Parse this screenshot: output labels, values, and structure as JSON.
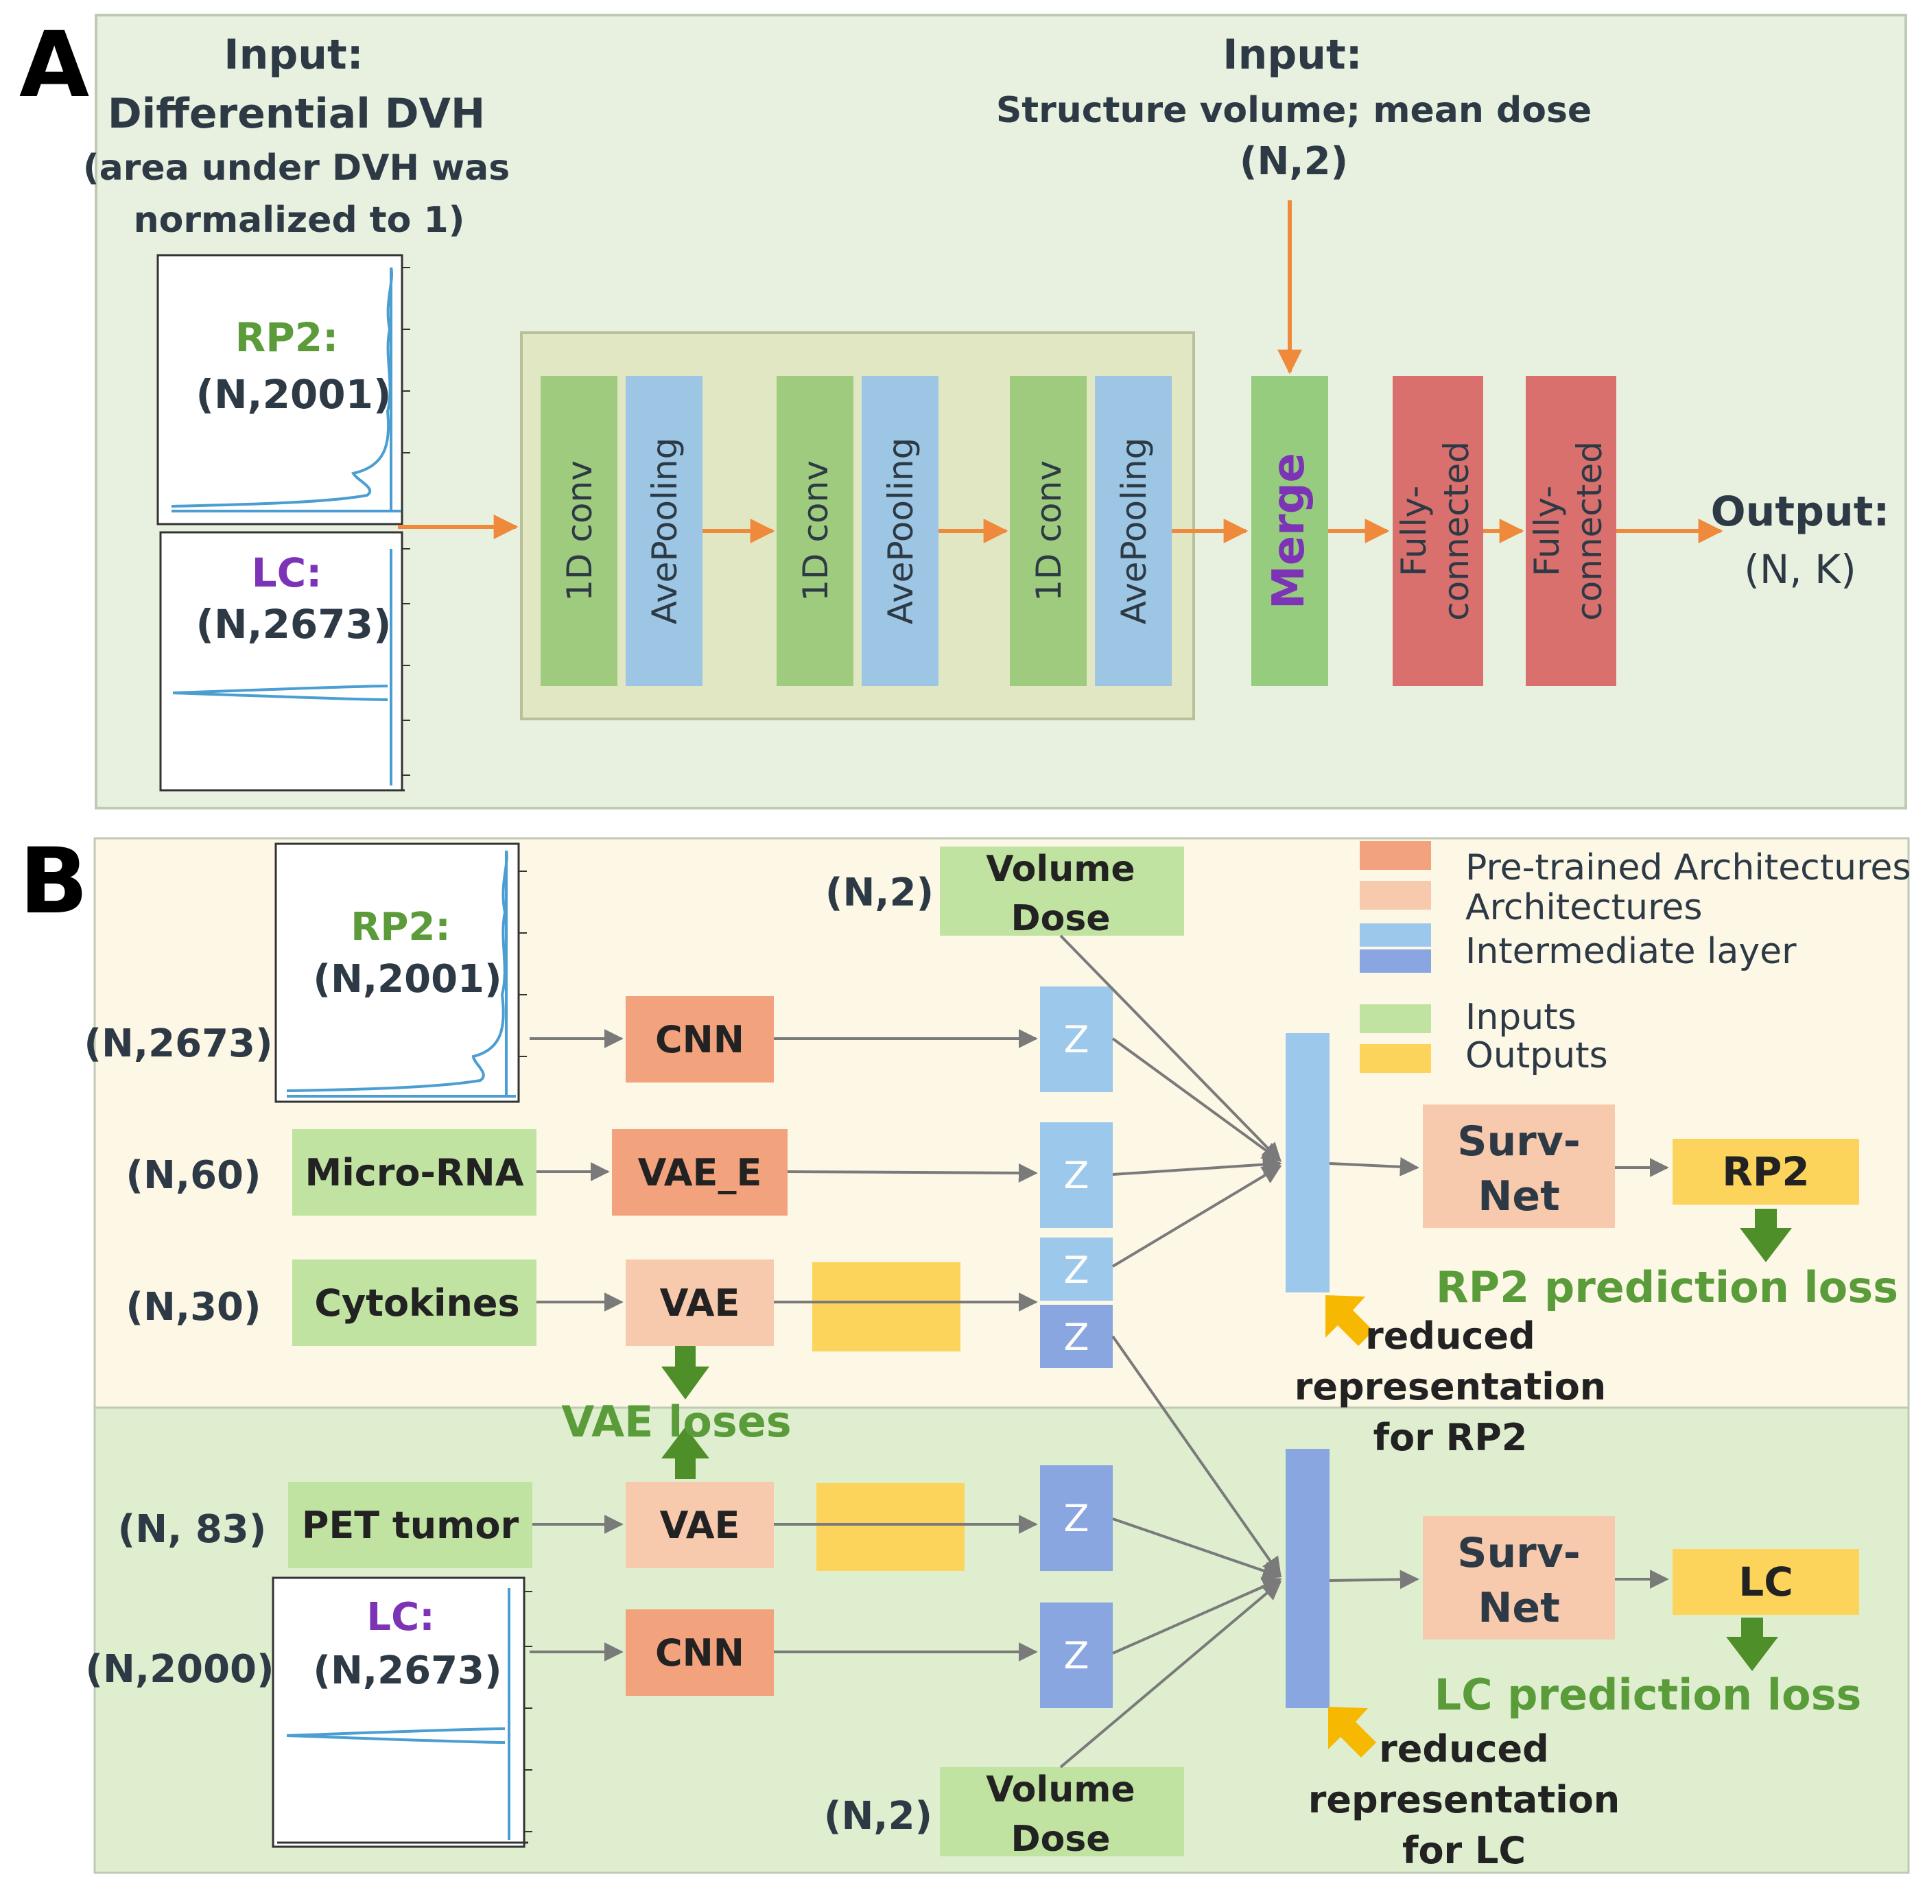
{
  "panel_a": {
    "letter": "A",
    "input_left": {
      "title1": "Input:",
      "title2": "Differential DVH",
      "note1": "(area under DVH was",
      "note2": "normalized  to 1)"
    },
    "rp2": {
      "label": "RP2:",
      "shape": "(N,2001)"
    },
    "lc": {
      "label": "LC:",
      "shape": "(N,2673)"
    },
    "input_top": {
      "title": "Input:",
      "subtitle": "Structure volume; mean dose",
      "shape": "(N,2)"
    },
    "blocks": {
      "conv": "1D conv",
      "pool": "AvePooling",
      "merge": "Merge",
      "fc1": "Fully-",
      "fc2": "connected"
    },
    "output": {
      "title": "Output:",
      "shape": "(N, K)"
    }
  },
  "panel_b": {
    "letter": "B",
    "rp2_dvh": {
      "label": "RP2:",
      "shape": "(N,2001)"
    },
    "lc_dvh": {
      "label": "LC:",
      "shape": "(N,2673)"
    },
    "dims": {
      "d2673": "(N,2673)",
      "d60": "(N,60)",
      "d30": "(N,30)",
      "d83": "(N, 83)",
      "d2000": "(N,2000)",
      "d2_top": "(N,2)",
      "d2_bottom": "(N,2)"
    },
    "inputs": {
      "microrna": "Micro-RNA",
      "cytokines": "Cytokines",
      "pet": "PET tumor",
      "volume": "Volume",
      "dose": "Dose"
    },
    "modules": {
      "cnn": "CNN",
      "vae_e": "VAE_E",
      "vae": "VAE",
      "z": "Z",
      "surv1": "Surv-",
      "surv2": "Net"
    },
    "outputs": {
      "rp2": "RP2",
      "lc": "LC"
    },
    "losses": {
      "vae": "VAE loses",
      "rp2": "RP2 prediction loss",
      "lc": "LC prediction loss"
    },
    "reduced_rp2": [
      "reduced",
      "representation",
      "for RP2"
    ],
    "reduced_lc": [
      "reduced",
      "representation",
      "for LC"
    ],
    "legend": {
      "pretrained": "Pre-trained Architectures",
      "architectures": "Architectures",
      "intermediate": "Intermediate layer",
      "inputs": "Inputs",
      "outputs": "Outputs"
    }
  },
  "colors": {
    "panel_a_bg": "#e8f1df",
    "panel_b_top_bg": "#fdf7e6",
    "panel_b_bottom_bg": "#dfeecf",
    "conv_green": "#9fcb7e",
    "pool_blue": "#9cc6e3",
    "merge_green": "#95cc7d",
    "fc_red": "#d9706d",
    "cnn_orange": "#f2a27d",
    "vae_peach": "#f7c9ad",
    "input_green": "#c1e3a1",
    "output_yellow": "#fcd45c",
    "z_light": "#9cc8ec",
    "z_dark": "#8aa6e1",
    "arrow_orange": "#ef8a3c",
    "arrow_gray": "#808080",
    "loss_green": "#5a9c3a",
    "label_green": "#5b9b3a",
    "label_purple": "#7d33b6",
    "text_dark": "#2d3a45"
  }
}
